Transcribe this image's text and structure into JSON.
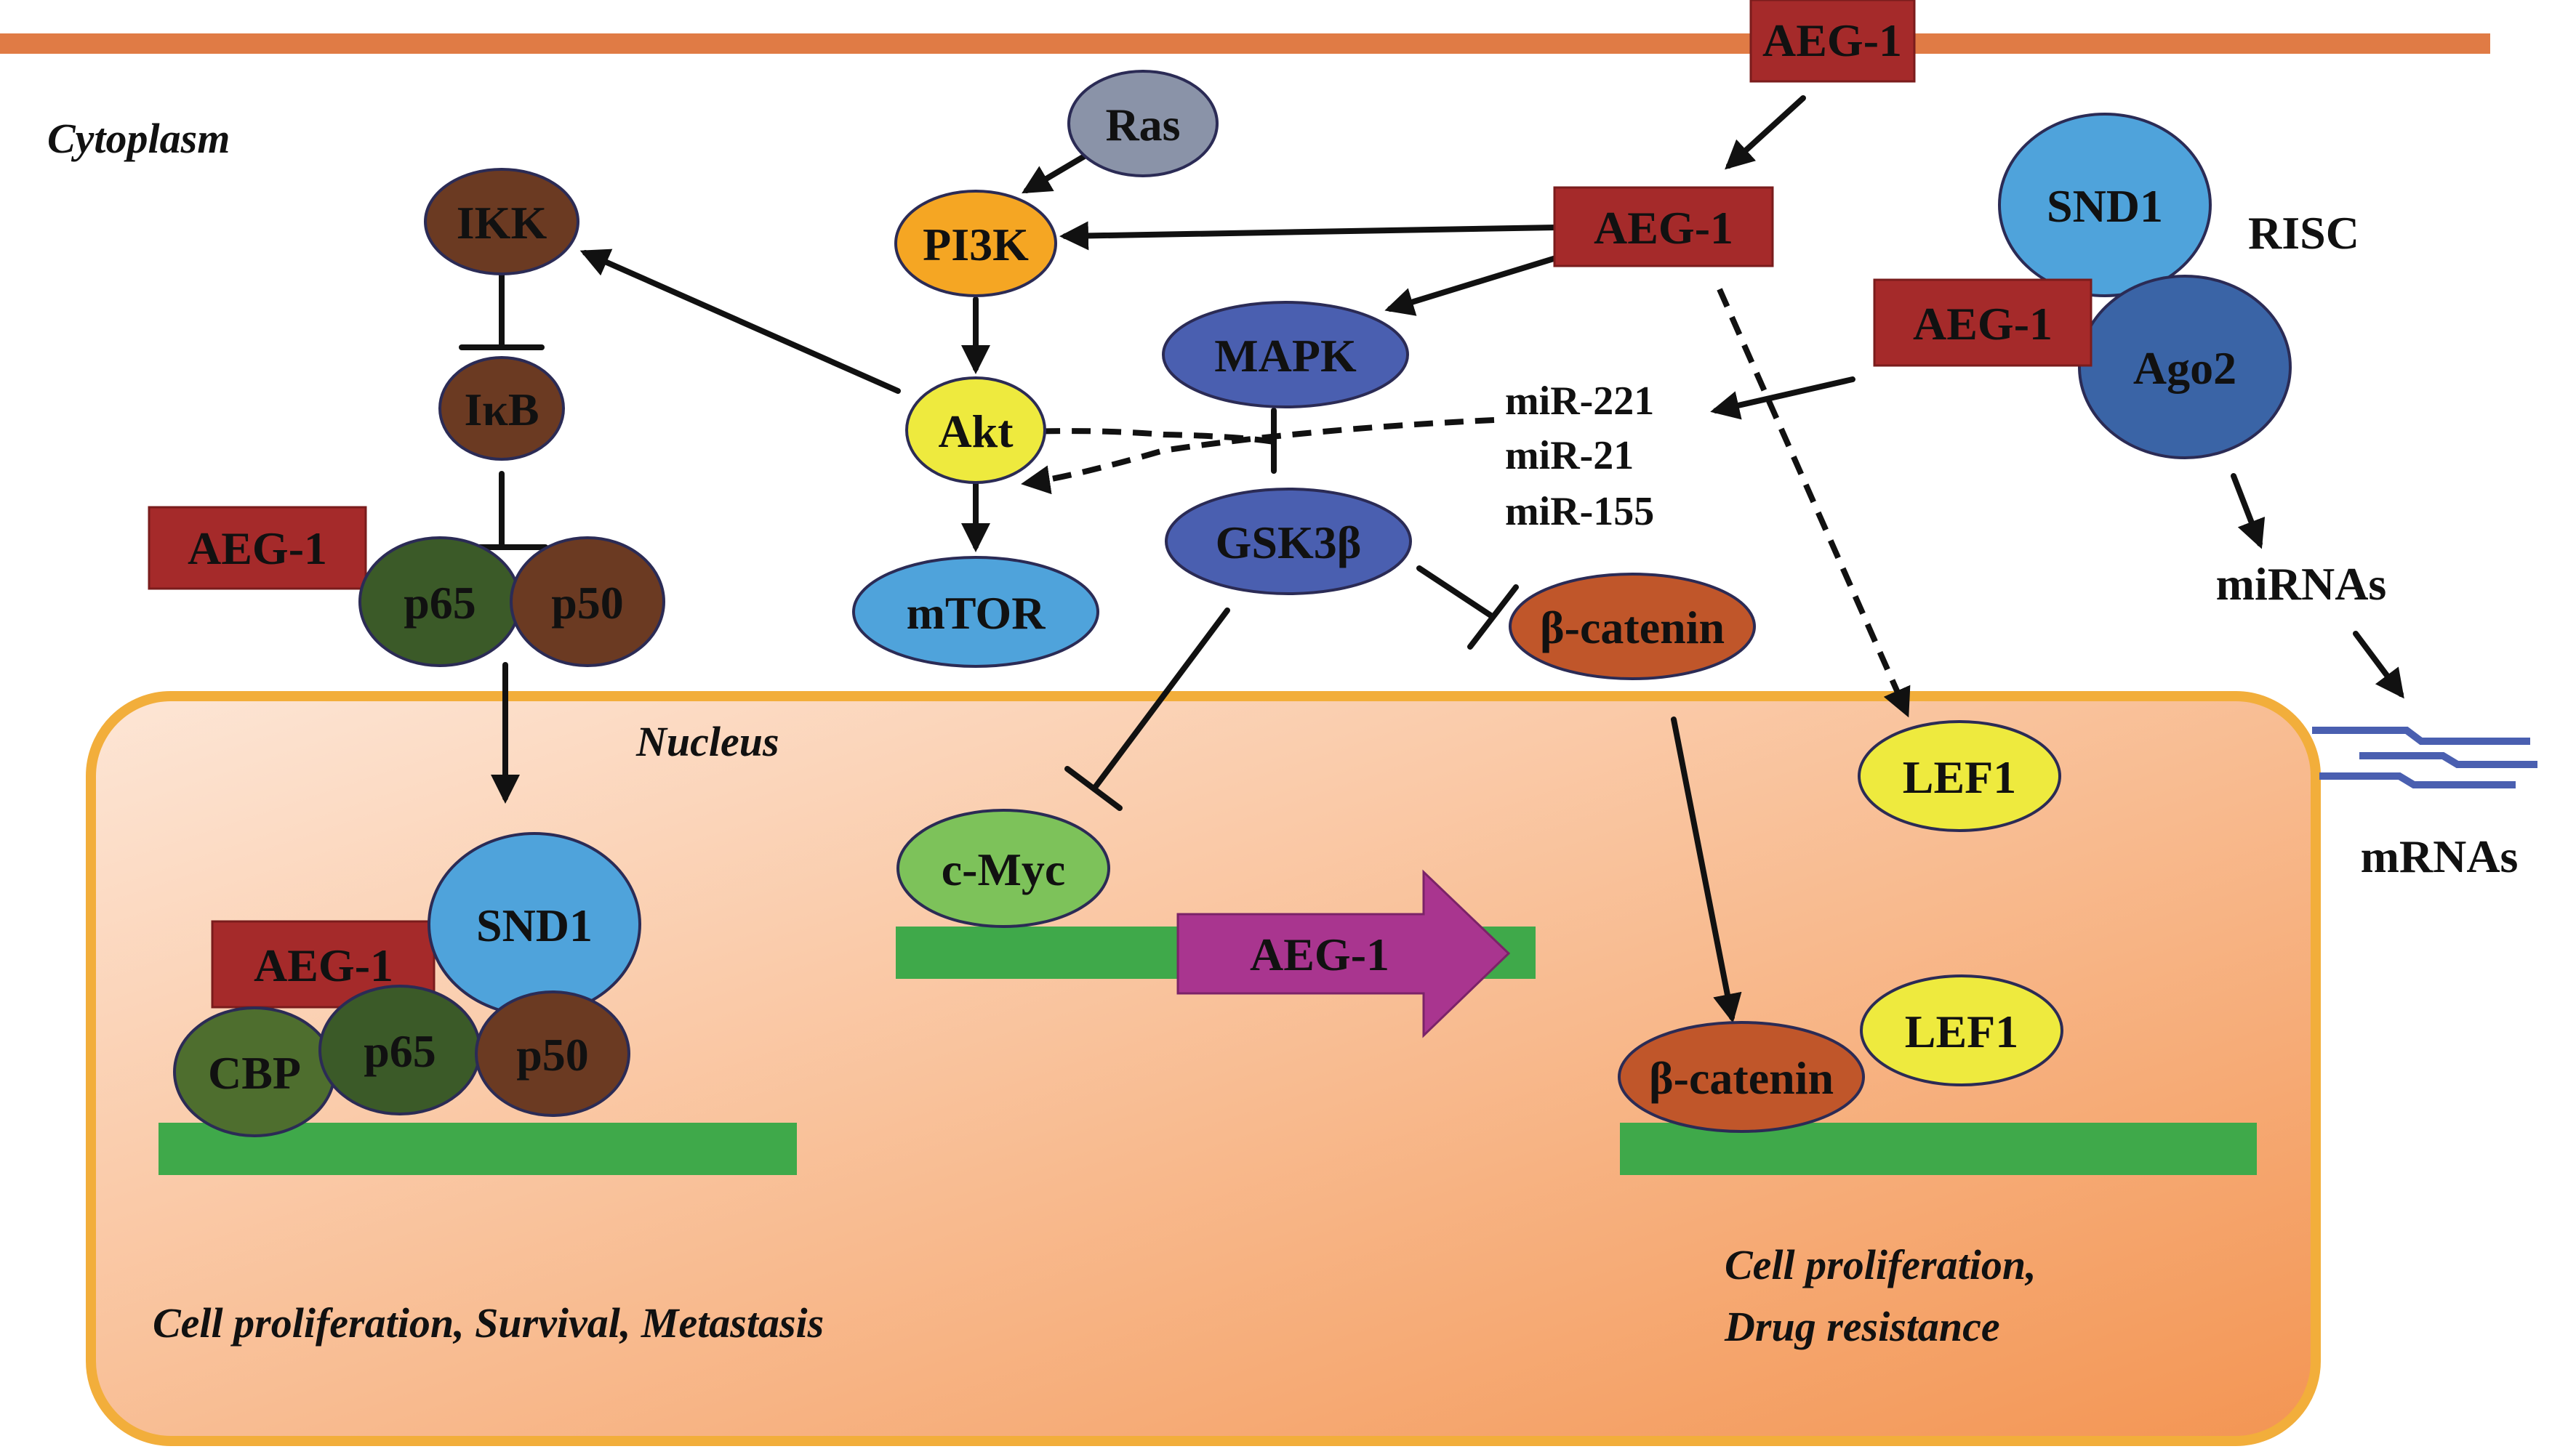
{
  "compartments": {
    "cytoplasm": "Cytoplasm",
    "nucleus": "Nucleus"
  },
  "nodes": {
    "aeg1_membrane": "AEG-1",
    "aeg1_cyto": "AEG-1",
    "aeg1_risc": "AEG-1",
    "aeg1_nfkb": "AEG-1",
    "aeg1_nuc": "AEG-1",
    "aeg1_gene": "AEG-1",
    "ras": "Ras",
    "pi3k": "PI3K",
    "akt": "Akt",
    "mtor": "mTOR",
    "mapk": "MAPK",
    "gsk3b": "GSK3β",
    "bcatenin_cyto": "β-catenin",
    "bcatenin_nuc": "β-catenin",
    "lef1_cyto": "LEF1",
    "lef1_nuc": "LEF1",
    "ikk": "IKK",
    "ikb": "IκB",
    "p65_cyto": "p65",
    "p50_cyto": "p50",
    "snd1_risc": "SND1",
    "ago2": "Ago2",
    "risc": "RISC",
    "mirnas": "miRNAs",
    "mrnas": "mRNAs",
    "mir221": "miR-221",
    "mir21": "miR-21",
    "mir155": "miR-155",
    "cmyc": "c-Myc",
    "snd1_nuc": "SND1",
    "cbp": "CBP",
    "p65_nuc": "p65",
    "p50_nuc": "p50"
  },
  "outcomes": {
    "left": "Cell proliferation, Survival, Metastasis",
    "right_line1": "Cell proliferation,",
    "right_line2": "Drug resistance"
  },
  "colors": {
    "membrane": "#E07B45",
    "aeg1": "#A52A2A",
    "nucleus_border": "#F2AE3B",
    "dna": "#3FA94A",
    "ras": "#8A93A8",
    "pi3k": "#F5A623",
    "akt": "#EEEA3E",
    "mtor": "#4FA3DB",
    "mapk": "#4A5FB0",
    "bcatenin": "#C0562A",
    "brown": "#6B3A22",
    "dark_green": "#3B5A28",
    "snd1": "#4FA3DB",
    "ago2": "#3A64A6",
    "cmyc": "#7DC25A",
    "arrow_gene": "#A9358F",
    "mrna": "#4A5FB0"
  }
}
